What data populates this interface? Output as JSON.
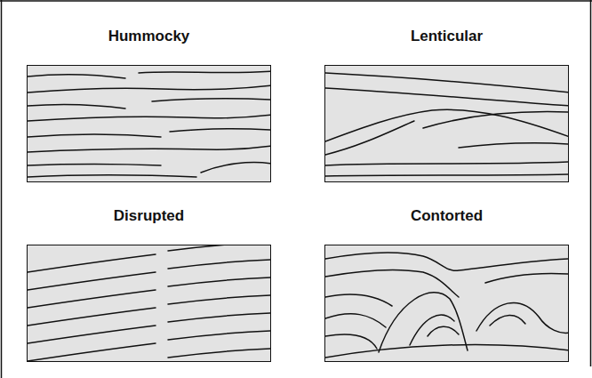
{
  "diagram": {
    "nodes": [
      {
        "text": [
          "Hummocky"
        ]
      },
      {
        "text": [
          "Lenticular"
        ]
      },
      {
        "text": [
          "Disrupted"
        ]
      },
      {
        "text": [
          "Contorted"
        ]
      }
    ]
  }
}
